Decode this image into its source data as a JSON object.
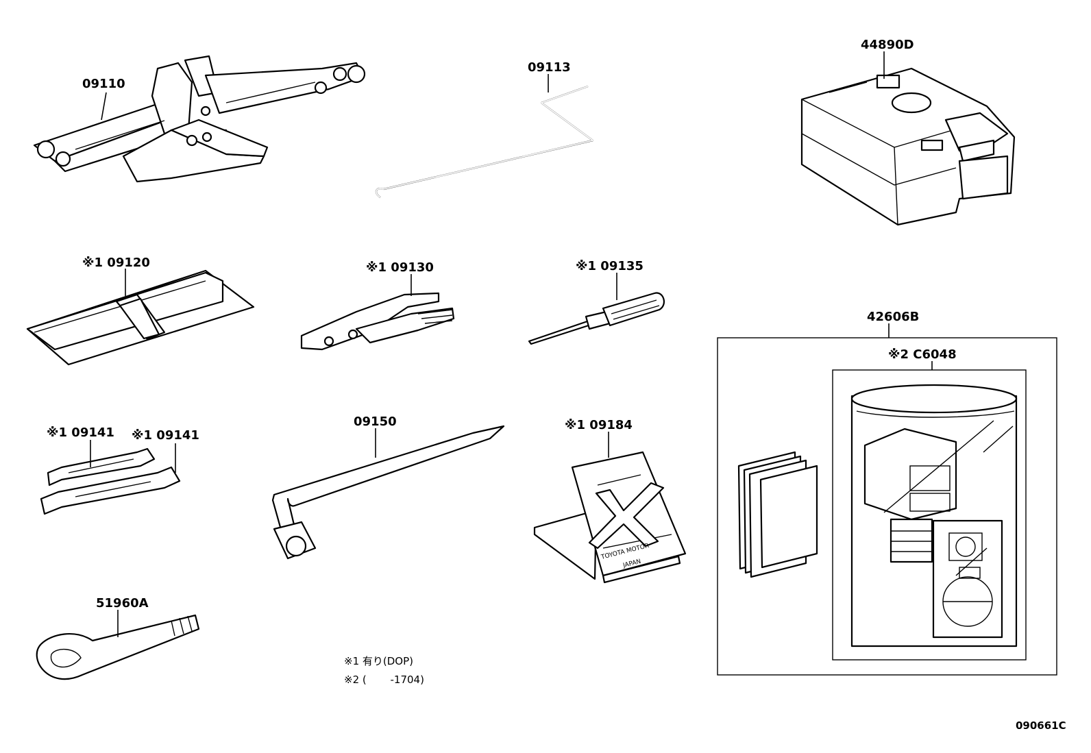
{
  "parts": [
    {
      "id": "jack",
      "label": "09110"
    },
    {
      "id": "jack-handle",
      "label": "09113"
    },
    {
      "id": "compressor",
      "label": "44890D"
    },
    {
      "id": "tool-bag",
      "label": "※1 09120"
    },
    {
      "id": "pliers",
      "label": "※1 09130"
    },
    {
      "id": "screwdriver",
      "label": "※1 09135"
    },
    {
      "id": "wrench-1",
      "label": "※1 09141"
    },
    {
      "id": "wrench-2",
      "label": "※1 09141"
    },
    {
      "id": "lug-wrench",
      "label": "09150"
    },
    {
      "id": "warning-triangle",
      "label": "※1 09184"
    },
    {
      "id": "towing-eye",
      "label": "51960A"
    },
    {
      "id": "repair-kit",
      "label": "42606B"
    },
    {
      "id": "sealant",
      "label": "※2 C6048"
    }
  ],
  "notes": {
    "note1": "※1  有り(DOP)",
    "note2": "※2 (　　 -1704)"
  },
  "stamp": {
    "line1": "TOYOTA MOTOR",
    "line2": "JAPAN"
  },
  "figure_code": "090661C"
}
